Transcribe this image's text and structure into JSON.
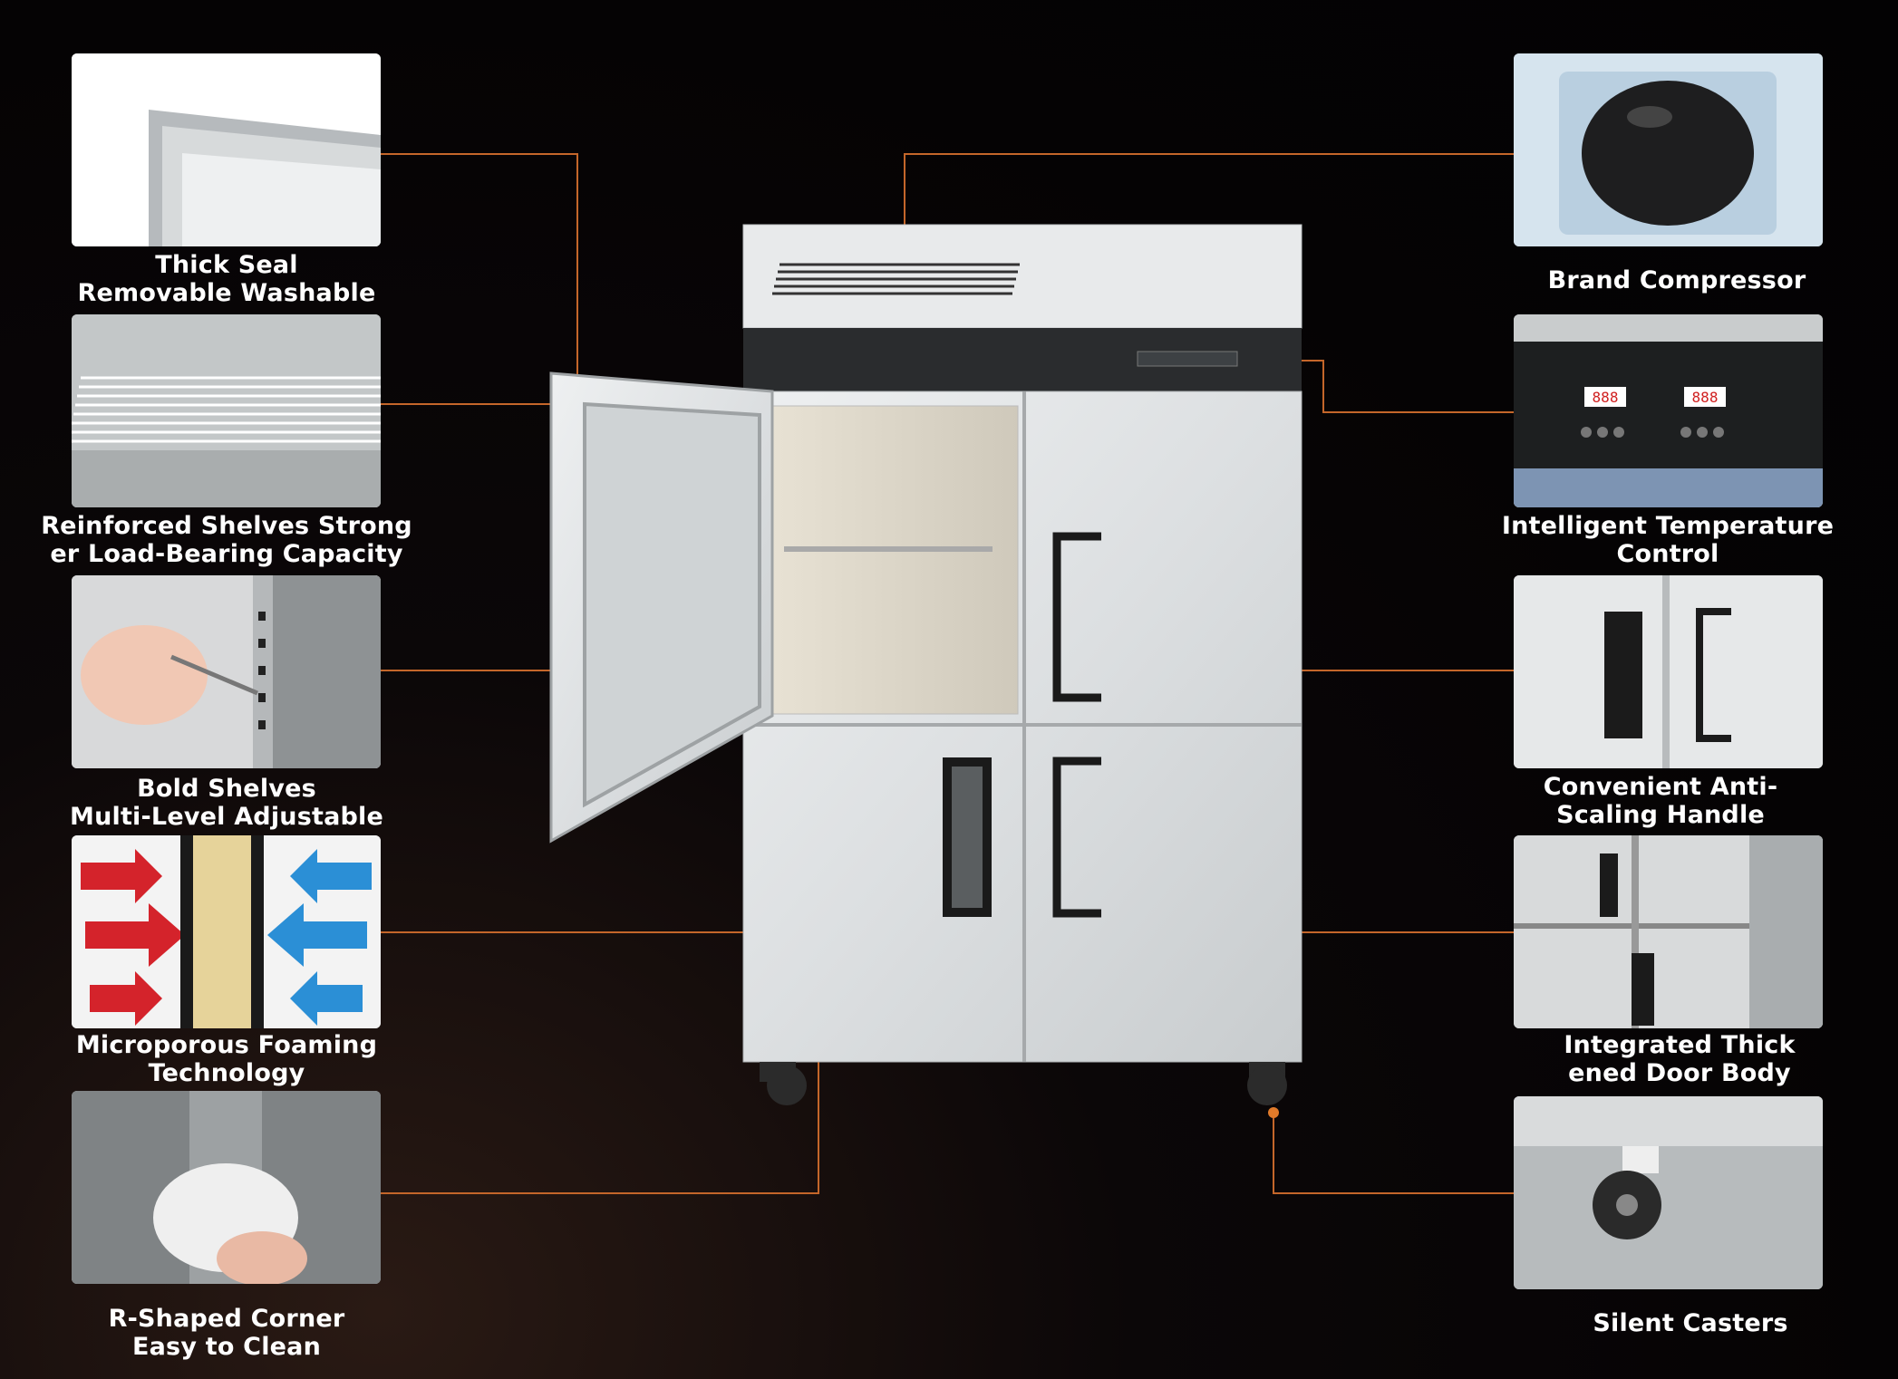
{
  "features": {
    "left": [
      {
        "line1": "Thick Seal",
        "line2": "Removable Washable",
        "icon": "door-seal"
      },
      {
        "line1": "Reinforced Shelves Strong",
        "line2": "er Load-Bearing Capacity",
        "icon": "wire-shelf"
      },
      {
        "line1": "Bold Shelves",
        "line2": "Multi-Level Adjustable",
        "icon": "shelf-clip"
      },
      {
        "line1": "Microporous Foaming",
        "line2": "Technology",
        "icon": "foam-insulation"
      },
      {
        "line1": "R-Shaped Corner",
        "line2": "Easy to Clean",
        "icon": "cleaning-cloth"
      }
    ],
    "right": [
      {
        "line1": "Brand Compressor",
        "line2": "",
        "icon": "compressor"
      },
      {
        "line1": "Intelligent Temperature",
        "line2": "Control",
        "icon": "temperature-panel"
      },
      {
        "line1": "Convenient Anti-",
        "line2": "Scaling Handle",
        "icon": "door-handle"
      },
      {
        "line1": "Integrated Thick",
        "line2": "ened Door Body",
        "icon": "door-body"
      },
      {
        "line1": "Silent Casters",
        "line2": "",
        "icon": "caster-wheel"
      }
    ]
  },
  "product": {
    "name": "four-door-stainless-refrigerator",
    "accent_color": "#e07a2a"
  },
  "display": {
    "left_temp": "888",
    "right_temp": "888"
  }
}
